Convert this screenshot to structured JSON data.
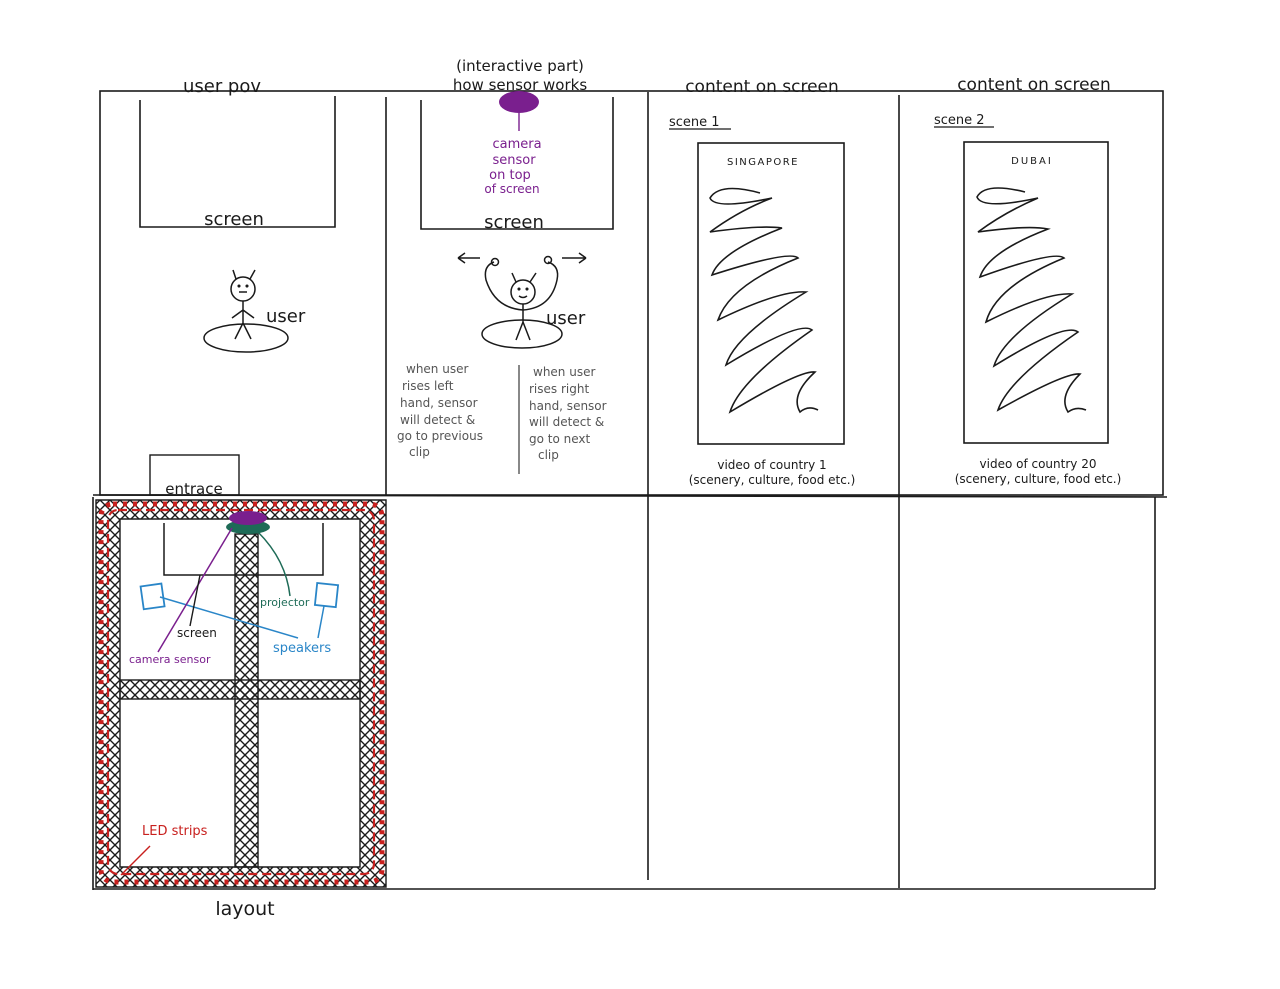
{
  "colors": {
    "ink": "#1a1a1a",
    "note_ink": "#555555",
    "sensor_purple": "#7a1f8e",
    "projector_green": "#1e6b57",
    "speaker_blue": "#2a86c8",
    "led_red": "#c8201e"
  },
  "panel_user_pov": {
    "heading": "user pov",
    "screen_label": "screen",
    "user_label": "user"
  },
  "panel_sensor": {
    "heading_line1": "(interactive part)",
    "heading_line2": "how sensor works",
    "sensor_label": [
      "camera",
      "sensor",
      "on top",
      "of screen"
    ],
    "screen_label": "screen",
    "user_label": "user",
    "left_note": [
      "when user",
      "rises left",
      "hand, sensor",
      "will detect &",
      "go to previous",
      "clip"
    ],
    "right_note": [
      "when user",
      "rises right",
      "hand, sensor",
      "will detect &",
      "go to next",
      "clip"
    ]
  },
  "panel_scene1": {
    "heading": "content on screen",
    "scene_label": "scene 1",
    "country": "SINGAPORE",
    "caption_line1": "video of country 1",
    "caption_line2": "(scenery, culture, food etc.)"
  },
  "panel_scene2": {
    "heading": "content on screen",
    "scene_label": "scene 2",
    "country": "DUBAI",
    "caption_line1": "video of country 20",
    "caption_line2": "(scenery, culture, food etc.)"
  },
  "layout_plan": {
    "entrance_label": "entrace",
    "projector_label": "projector",
    "screen_label": "screen",
    "camera_label": "camera sensor",
    "speakers_label": "speakers",
    "led_label": "LED strips",
    "caption": "layout"
  }
}
